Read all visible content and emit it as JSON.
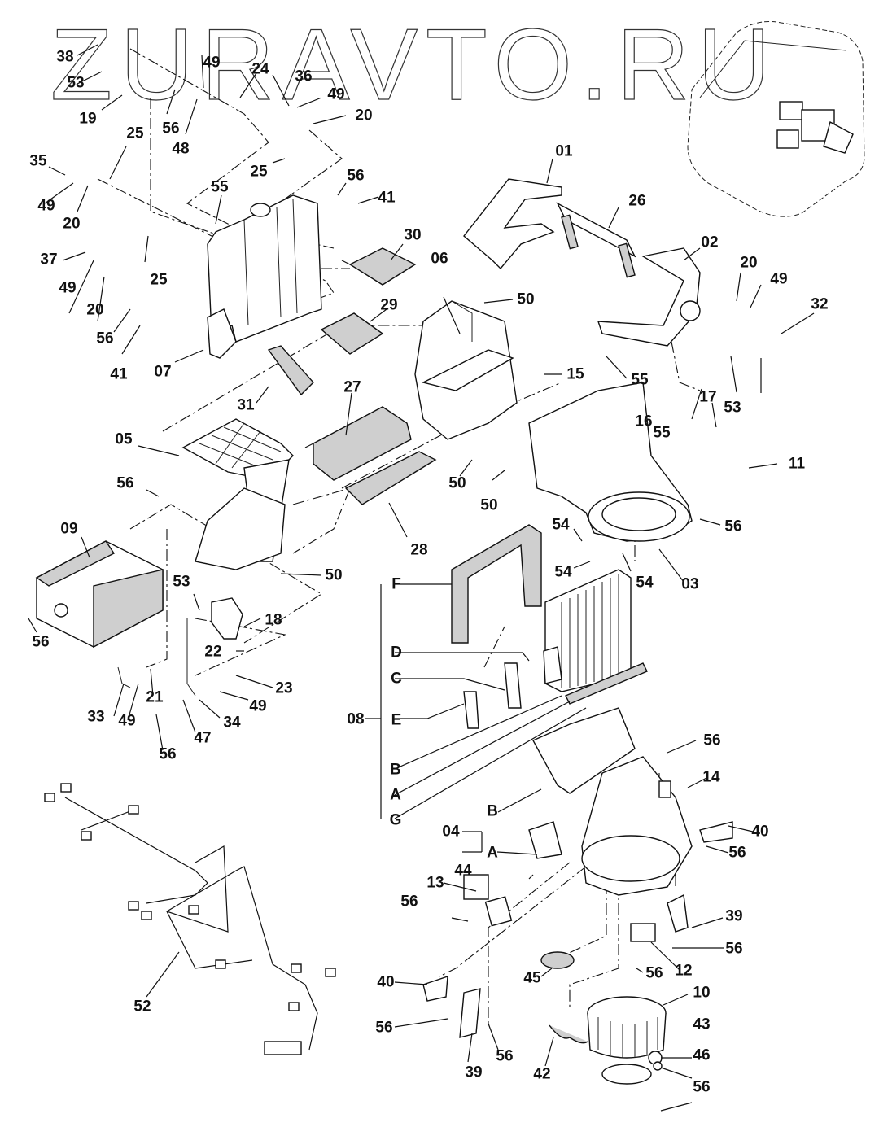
{
  "watermark": "ZURAVTO.RU",
  "diagram_type": "exploded parts diagram — cab air conditioner unit",
  "labels": [
    {
      "id": "38",
      "text": "38"
    },
    {
      "id": "53a",
      "text": "53"
    },
    {
      "id": "19",
      "text": "19"
    },
    {
      "id": "56a",
      "text": "56"
    },
    {
      "id": "49a",
      "text": "49"
    },
    {
      "id": "48",
      "text": "48"
    },
    {
      "id": "24",
      "text": "24"
    },
    {
      "id": "36",
      "text": "36"
    },
    {
      "id": "49b",
      "text": "49"
    },
    {
      "id": "20a",
      "text": "20"
    },
    {
      "id": "25a",
      "text": "25"
    },
    {
      "id": "25b",
      "text": "25"
    },
    {
      "id": "35",
      "text": "35"
    },
    {
      "id": "49c",
      "text": "49"
    },
    {
      "id": "20b",
      "text": "20"
    },
    {
      "id": "55a",
      "text": "55"
    },
    {
      "id": "56b",
      "text": "56"
    },
    {
      "id": "41a",
      "text": "41"
    },
    {
      "id": "37",
      "text": "37"
    },
    {
      "id": "25c",
      "text": "25"
    },
    {
      "id": "49d",
      "text": "49"
    },
    {
      "id": "20c",
      "text": "20"
    },
    {
      "id": "30",
      "text": "30"
    },
    {
      "id": "56c",
      "text": "56"
    },
    {
      "id": "41b",
      "text": "41"
    },
    {
      "id": "07",
      "text": "07"
    },
    {
      "id": "29",
      "text": "29"
    },
    {
      "id": "31",
      "text": "31"
    },
    {
      "id": "01",
      "text": "01"
    },
    {
      "id": "26",
      "text": "26"
    },
    {
      "id": "02",
      "text": "02"
    },
    {
      "id": "20d",
      "text": "20"
    },
    {
      "id": "49e",
      "text": "49"
    },
    {
      "id": "32",
      "text": "32"
    },
    {
      "id": "06",
      "text": "06"
    },
    {
      "id": "50a",
      "text": "50"
    },
    {
      "id": "15",
      "text": "15"
    },
    {
      "id": "55b",
      "text": "55"
    },
    {
      "id": "16",
      "text": "16"
    },
    {
      "id": "55c",
      "text": "55"
    },
    {
      "id": "17",
      "text": "17"
    },
    {
      "id": "53b",
      "text": "53"
    },
    {
      "id": "27",
      "text": "27"
    },
    {
      "id": "05",
      "text": "05"
    },
    {
      "id": "56d",
      "text": "56"
    },
    {
      "id": "50b",
      "text": "50"
    },
    {
      "id": "50c",
      "text": "50"
    },
    {
      "id": "11",
      "text": "11"
    },
    {
      "id": "28",
      "text": "28"
    },
    {
      "id": "54a",
      "text": "54"
    },
    {
      "id": "56e",
      "text": "56"
    },
    {
      "id": "54b",
      "text": "54"
    },
    {
      "id": "54c",
      "text": "54"
    },
    {
      "id": "03",
      "text": "03"
    },
    {
      "id": "09",
      "text": "09"
    },
    {
      "id": "50d",
      "text": "50"
    },
    {
      "id": "56f",
      "text": "56"
    },
    {
      "id": "53c",
      "text": "53"
    },
    {
      "id": "18",
      "text": "18"
    },
    {
      "id": "22",
      "text": "22"
    },
    {
      "id": "23",
      "text": "23"
    },
    {
      "id": "33",
      "text": "33"
    },
    {
      "id": "49f",
      "text": "49"
    },
    {
      "id": "21",
      "text": "21"
    },
    {
      "id": "49g",
      "text": "49"
    },
    {
      "id": "34",
      "text": "34"
    },
    {
      "id": "56g",
      "text": "56"
    },
    {
      "id": "47",
      "text": "47"
    },
    {
      "id": "F",
      "text": "F"
    },
    {
      "id": "D",
      "text": "D"
    },
    {
      "id": "C",
      "text": "C"
    },
    {
      "id": "08",
      "text": "08"
    },
    {
      "id": "E",
      "text": "E"
    },
    {
      "id": "B1",
      "text": "B"
    },
    {
      "id": "A1",
      "text": "A"
    },
    {
      "id": "G",
      "text": "G"
    },
    {
      "id": "56h",
      "text": "56"
    },
    {
      "id": "14",
      "text": "14"
    },
    {
      "id": "B2",
      "text": "B"
    },
    {
      "id": "40a",
      "text": "40"
    },
    {
      "id": "04",
      "text": "04"
    },
    {
      "id": "A2",
      "text": "A"
    },
    {
      "id": "56i",
      "text": "56"
    },
    {
      "id": "44",
      "text": "44"
    },
    {
      "id": "13",
      "text": "13"
    },
    {
      "id": "56j",
      "text": "56"
    },
    {
      "id": "39a",
      "text": "39"
    },
    {
      "id": "56k",
      "text": "56"
    },
    {
      "id": "12",
      "text": "12"
    },
    {
      "id": "56l",
      "text": "56"
    },
    {
      "id": "45",
      "text": "45"
    },
    {
      "id": "40b",
      "text": "40"
    },
    {
      "id": "10",
      "text": "10"
    },
    {
      "id": "56m",
      "text": "56"
    },
    {
      "id": "43",
      "text": "43"
    },
    {
      "id": "46",
      "text": "46"
    },
    {
      "id": "39b",
      "text": "39"
    },
    {
      "id": "56n",
      "text": "56"
    },
    {
      "id": "42",
      "text": "42"
    },
    {
      "id": "56o",
      "text": "56"
    },
    {
      "id": "52",
      "text": "52"
    }
  ]
}
